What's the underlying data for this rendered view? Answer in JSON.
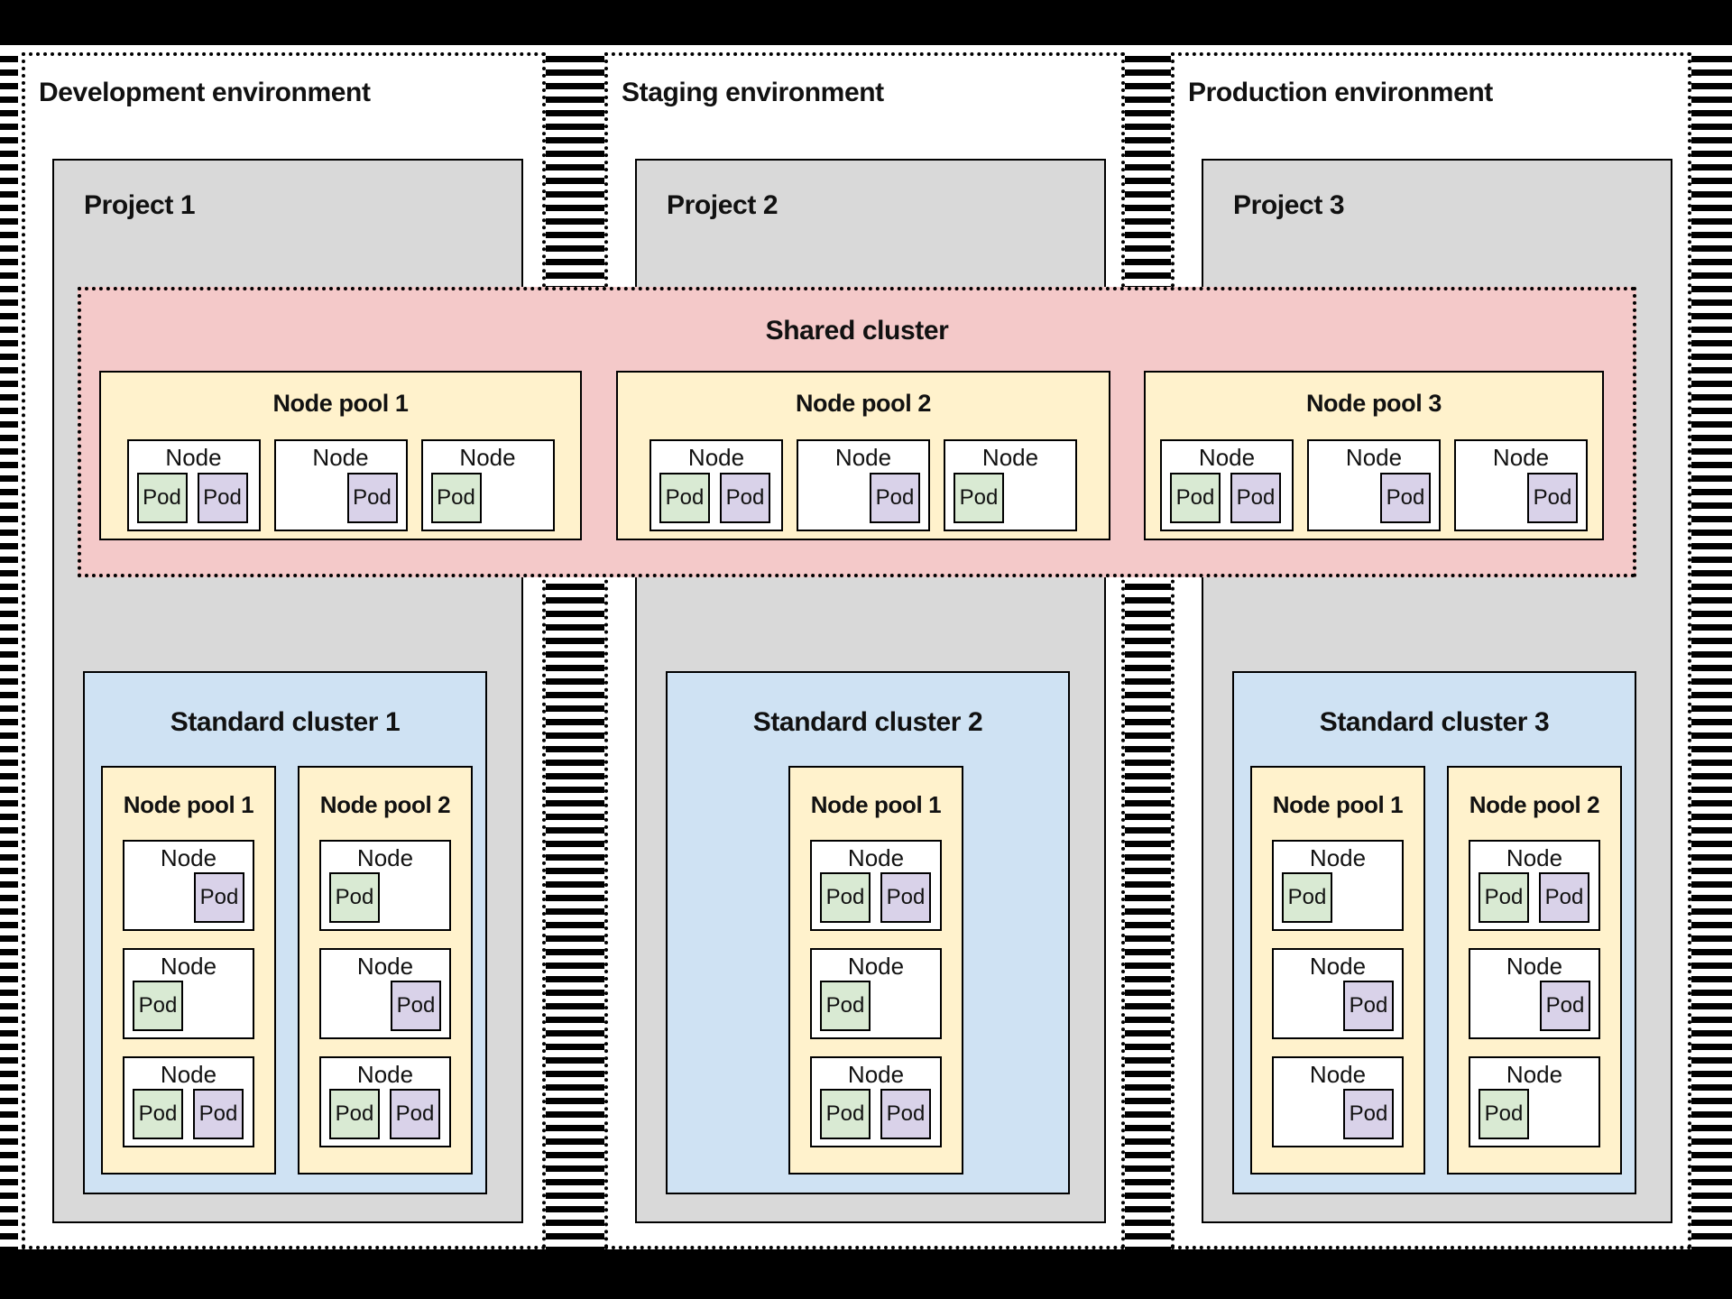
{
  "colors": {
    "project_fill": "#d9d9d9",
    "shared_cluster_fill": "#f4c9c9",
    "node_pool_fill": "#fff2cc",
    "standard_cluster_fill": "#cfe2f3",
    "node_fill": "#ffffff",
    "pod_green": "#d9ead3",
    "pod_purple": "#d9d2e9",
    "border": "#000000"
  },
  "labels": {
    "node": "Node",
    "pod": "Pod"
  },
  "shared_cluster": {
    "title": "Shared cluster",
    "pools": [
      {
        "title": "Node pool 1",
        "nodes": [
          {
            "pods": [
              "green",
              "purple"
            ],
            "align": "pair"
          },
          {
            "pods": [
              "purple"
            ],
            "align": "right"
          },
          {
            "pods": [
              "green"
            ],
            "align": "left"
          }
        ]
      },
      {
        "title": "Node pool 2",
        "nodes": [
          {
            "pods": [
              "green",
              "purple"
            ],
            "align": "pair"
          },
          {
            "pods": [
              "purple"
            ],
            "align": "right"
          },
          {
            "pods": [
              "green"
            ],
            "align": "left"
          }
        ]
      },
      {
        "title": "Node pool 3",
        "nodes": [
          {
            "pods": [
              "green",
              "purple"
            ],
            "align": "pair"
          },
          {
            "pods": [
              "purple"
            ],
            "align": "right"
          },
          {
            "pods": [
              "purple"
            ],
            "align": "right"
          }
        ]
      }
    ]
  },
  "environments": [
    {
      "title": "Development environment",
      "project": {
        "title": "Project 1",
        "cluster": {
          "title": "Standard cluster 1",
          "pools": [
            {
              "title": "Node pool 1",
              "nodes": [
                {
                  "pods": [
                    "purple"
                  ],
                  "align": "right"
                },
                {
                  "pods": [
                    "green"
                  ],
                  "align": "left"
                },
                {
                  "pods": [
                    "green",
                    "purple"
                  ],
                  "align": "pair"
                }
              ]
            },
            {
              "title": "Node pool 2",
              "nodes": [
                {
                  "pods": [
                    "green"
                  ],
                  "align": "left"
                },
                {
                  "pods": [
                    "purple"
                  ],
                  "align": "right"
                },
                {
                  "pods": [
                    "green",
                    "purple"
                  ],
                  "align": "pair"
                }
              ]
            }
          ]
        }
      }
    },
    {
      "title": "Staging environment",
      "project": {
        "title": "Project 2",
        "cluster": {
          "title": "Standard cluster 2",
          "pools": [
            {
              "title": "Node pool 1",
              "nodes": [
                {
                  "pods": [
                    "green",
                    "purple"
                  ],
                  "align": "pair"
                },
                {
                  "pods": [
                    "green"
                  ],
                  "align": "left"
                },
                {
                  "pods": [
                    "green",
                    "purple"
                  ],
                  "align": "pair"
                }
              ]
            }
          ]
        }
      }
    },
    {
      "title": "Production environment",
      "project": {
        "title": "Project 3",
        "cluster": {
          "title": "Standard cluster 3",
          "pools": [
            {
              "title": "Node pool 1",
              "nodes": [
                {
                  "pods": [
                    "green"
                  ],
                  "align": "left"
                },
                {
                  "pods": [
                    "purple"
                  ],
                  "align": "right"
                },
                {
                  "pods": [
                    "purple"
                  ],
                  "align": "right"
                }
              ]
            },
            {
              "title": "Node pool 2",
              "nodes": [
                {
                  "pods": [
                    "green",
                    "purple"
                  ],
                  "align": "pair"
                },
                {
                  "pods": [
                    "purple"
                  ],
                  "align": "right"
                },
                {
                  "pods": [
                    "green"
                  ],
                  "align": "left"
                }
              ]
            }
          ]
        }
      }
    }
  ]
}
